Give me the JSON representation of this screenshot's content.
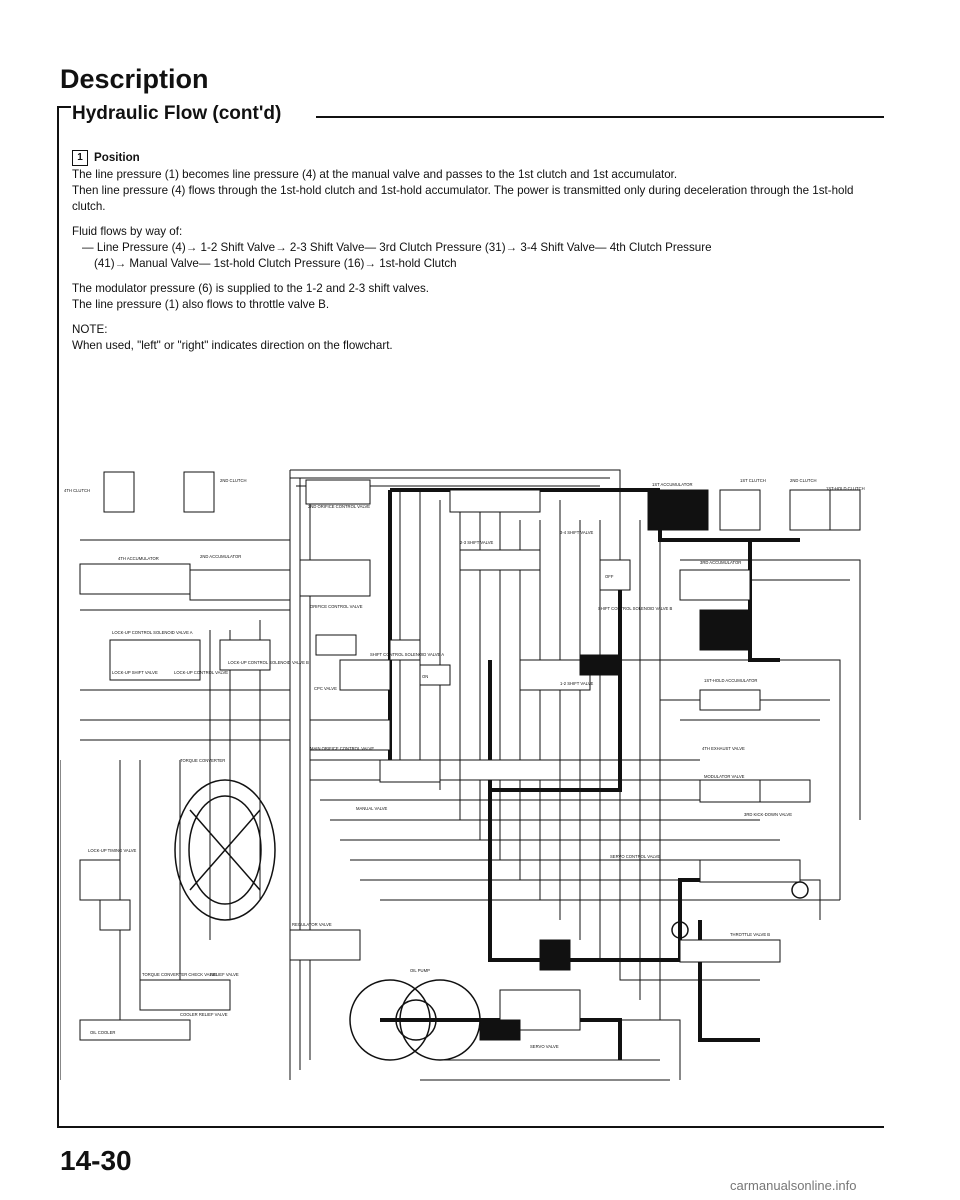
{
  "page": {
    "title": "Description",
    "subtitle": "Hydraulic Flow (cont'd)",
    "page_number": "14-30",
    "watermark": "carmanualsonline.info"
  },
  "position": {
    "box": "1",
    "label": "Position"
  },
  "text": {
    "para1_line1": "The line pressure (1) becomes line pressure (4) at the manual valve and passes to the 1st clutch and 1st accumulator.",
    "para1_line2": "Then line pressure (4) flows through the 1st-hold clutch and 1st-hold accumulator. The power is transmitted only during deceleration through the 1st-hold clutch.",
    "fluid_intro": "Fluid flows by way of:",
    "flow_line1": "— Line Pressure (4)→ 1-2 Shift Valve→ 2-3 Shift Valve— 3rd Clutch Pressure (31)→ 3-4 Shift Valve— 4th Clutch Pressure",
    "flow_line2": "(41)→ Manual Valve— 1st-hold Clutch Pressure (16)→ 1st-hold Clutch",
    "modulator_line1": "The modulator pressure (6) is supplied to the 1-2 and 2-3 shift valves.",
    "modulator_line2": "The line pressure (1) also flows to throttle valve B.",
    "note_head": "NOTE:",
    "note_body": "When used, \"left\" or \"right\" indicates direction on the flowchart."
  },
  "diagram_labels": {
    "4th_clutch": "4TH CLUTCH",
    "2nd_clutch": "2ND CLUTCH",
    "2nd_orifice_control_valve": "2ND ORIFICE CONTROL VALVE",
    "3_4_shift_valve": "3-4 SHIFT VALVE",
    "1st_accumulator": "1ST ACCUMULATOR",
    "1st_clutch": "1ST CLUTCH",
    "1st_hold_clutch": "1ST-HOLD CLUTCH",
    "4th_accumulator": "4TH ACCUMULATOR",
    "2nd_accumulator": "2ND ACCUMULATOR",
    "2_3_shift_valve": "2-3 SHIFT VALVE",
    "3rd_accumulator": "3RD ACCUMULATOR",
    "shift_control_solenoid_valve_b": "SHIFT CONTROL SOLENOID VALVE B",
    "off": "OFF",
    "on": "ON",
    "orifice_control_valve": "ORIFICE CONTROL VALVE",
    "lockup_control_solenoid_a": "LOCK-UP CONTROL SOLENOID VALVE A",
    "lockup_shift_valve": "LOCK-UP SHIFT VALVE",
    "lockup_control_valve": "LOCK-UP CONTROL VALVE",
    "lockup_control_solenoid_b": "LOCK-UP CONTROL SOLENOID VALVE B",
    "shift_control_solenoid_valve_a": "SHIFT CONTROL SOLENOID VALVE A",
    "1st_hold_accumulator": "1ST-HOLD ACCUMULATOR",
    "cpc_valve": "CPC VALVE",
    "1_2_shift_valve": "1-2 SHIFT VALVE",
    "4th_exhaust_valve": "4TH EXHAUST VALVE",
    "main_orifice_control_valve": "MAIN ORIFICE CONTROL VALVE",
    "torque_converter": "TORQUE CONVERTER",
    "manual_valve": "MANUAL VALVE",
    "modulator_valve": "MODULATOR VALVE",
    "3rd_kickdown_valve": "3RD KICK-DOWN VALVE",
    "lockup_timing_valve": "LOCK-UP TIMING VALVE",
    "servo_control_valve": "SERVO CONTROL VALVE",
    "regulator_valve": "REGULATOR VALVE",
    "throttle_valve_b": "THROTTLE VALVE B",
    "tc_check_valve": "TORQUE CONVERTER CHECK VALVE",
    "relief_valve": "RELIEF VALVE",
    "oil_pump": "OIL PUMP",
    "cooler_relief_valve": "COOLER RELIEF VALVE",
    "oil_cooler": "OIL COOLER",
    "servo_valve": "SERVO VALVE"
  }
}
